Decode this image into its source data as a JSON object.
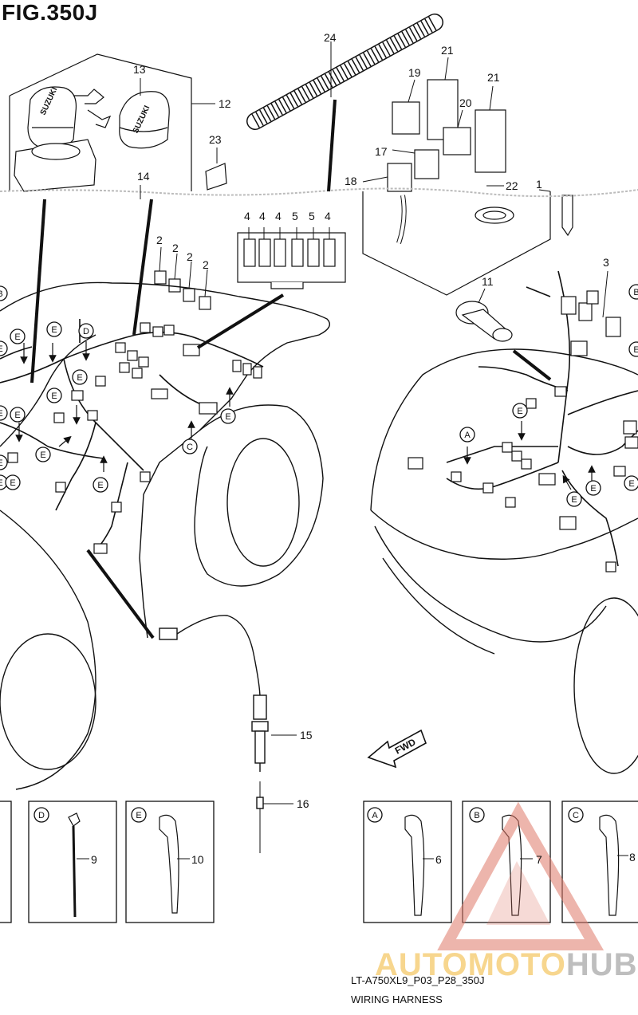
{
  "figure": {
    "title": "FIG.350J"
  },
  "part_numbers": [
    "1",
    "2",
    "3",
    "4",
    "5",
    "6",
    "7",
    "8",
    "9",
    "10",
    "11",
    "12",
    "13",
    "14",
    "15",
    "16",
    "17",
    "18",
    "19",
    "20",
    "21",
    "22",
    "23",
    "24"
  ],
  "callouts": {
    "a": "A",
    "b": "B",
    "c": "C",
    "d": "D",
    "e": "E"
  },
  "fwd_label": "FWD",
  "footer": {
    "code": "LT-A750XL9_P03_P28_350J",
    "caption": "WIRING HARNESS"
  },
  "watermark": {
    "part1": "AUTOMOTO",
    "part2": "HUB",
    "primary_color": "#f2b632",
    "secondary_color": "#8a8a8a",
    "accent_color": "#e07a6a"
  }
}
